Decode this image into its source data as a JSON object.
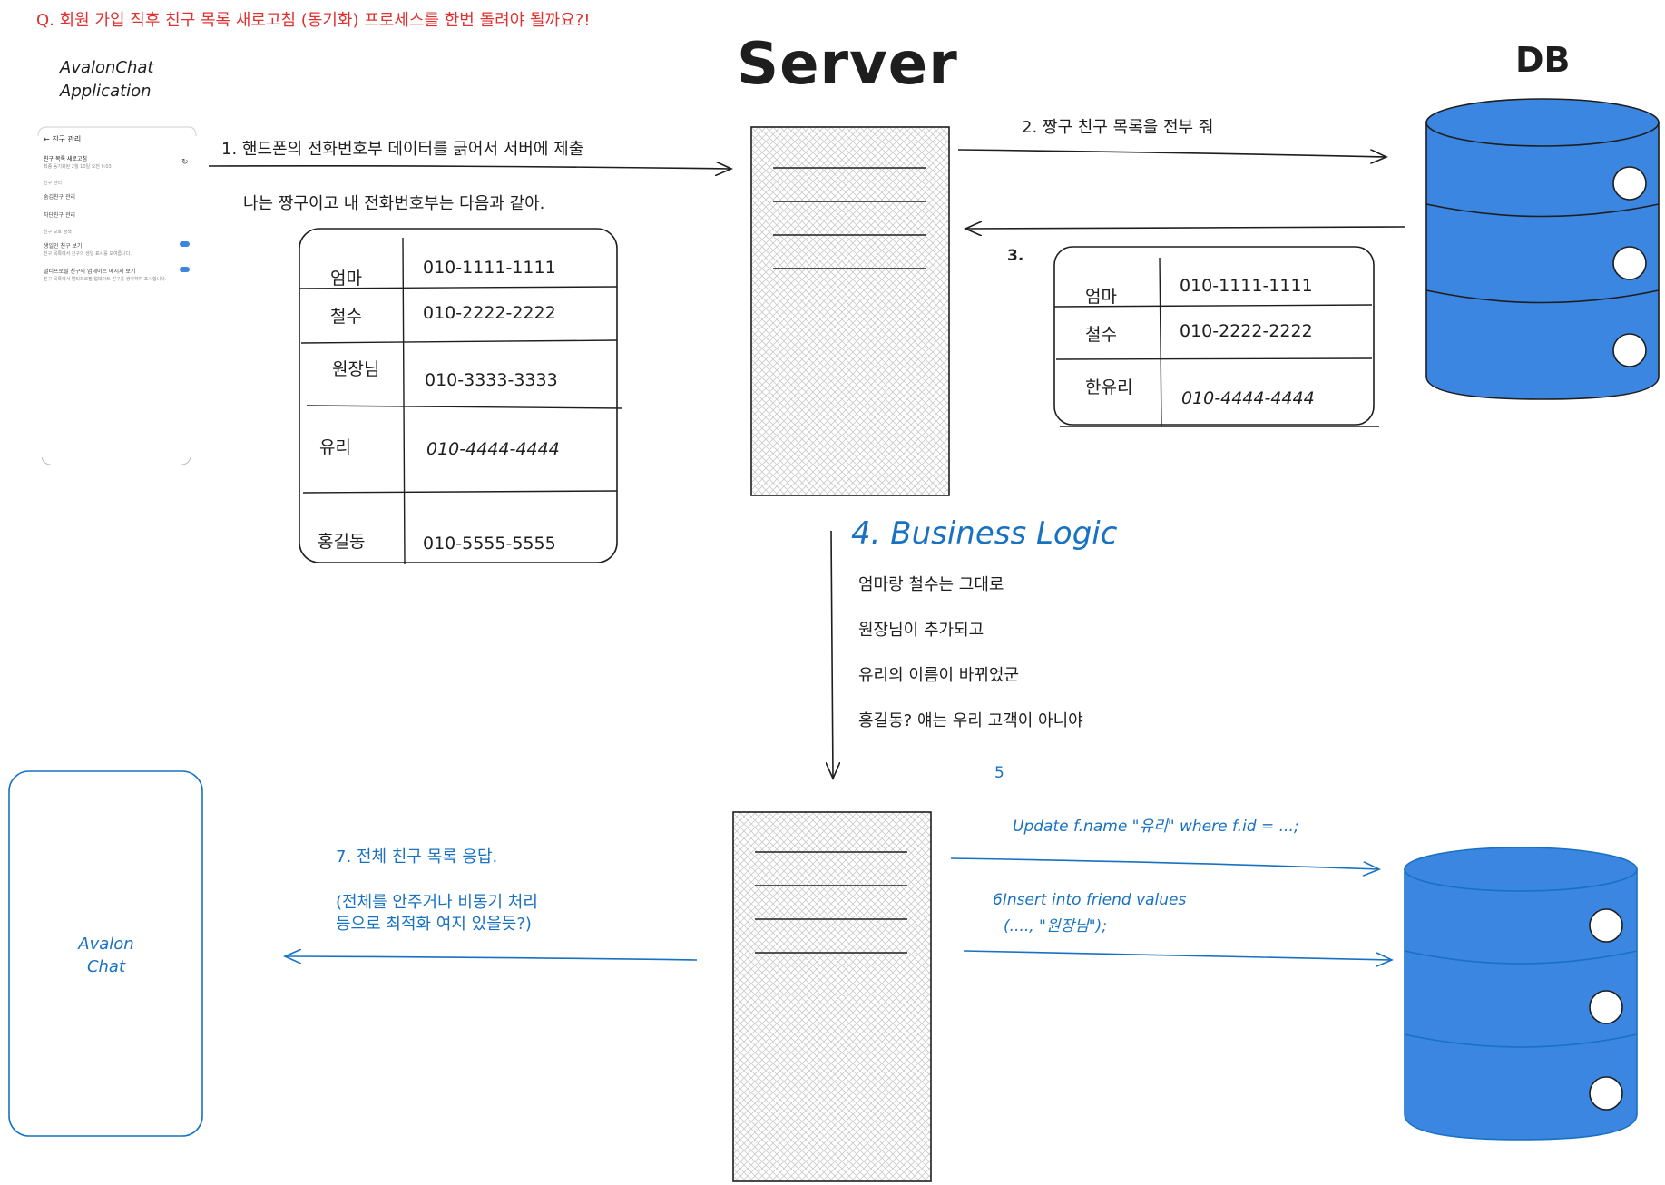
{
  "question": "Q. 회원 가입 직후 친구 목록 새로고침 (동기화) 프로세스를 한번 돌려야 될까요?!",
  "app_title": [
    "AvalonChat",
    "Application"
  ],
  "server_title": "Server",
  "db_title": "DB",
  "phone_screen": {
    "header": "← 친구 관리",
    "rows": [
      "친구 목록 새로고침",
      "최종 동기화된 2월 10일 오전 9:03",
      "친구 관리",
      "숨김친구 관리",
      "차단친구 관리",
      "친구 보호 정책",
      "생일인 친구 보기",
      "친구 목록에서 친구의 생일 표시를 보여줍니다.",
      "멀티프로필 친구의 업데이트 메시지 보기",
      "친구 목록에서 멀티프로필 업데이트 친구를 생각하여 표시합니다."
    ]
  },
  "step1": {
    "label": "1. 핸드폰의 전화번호부 데이터를 긁어서 서버에 제출",
    "caption": "나는 짱구이고 내 전화번호부는 다음과 같아.",
    "contacts": [
      {
        "name": "엄마",
        "phone": "010-1111-1111"
      },
      {
        "name": "철수",
        "phone": "010-2222-2222"
      },
      {
        "name": "원장님",
        "phone": "010-3333-3333"
      },
      {
        "name": "유리",
        "phone": "010-4444-4444"
      },
      {
        "name": "홍길동",
        "phone": "010-5555-5555"
      }
    ]
  },
  "step2": {
    "label": "2. 짱구 친구 목록을 전부 줘"
  },
  "step3": {
    "label": "3.",
    "friends": [
      {
        "name": "엄마",
        "phone": "010-1111-1111"
      },
      {
        "name": "철수",
        "phone": "010-2222-2222"
      },
      {
        "name": "한유리",
        "phone": "010-4444-4444"
      }
    ]
  },
  "step4": {
    "title": "4. Business Logic",
    "lines": [
      "엄마랑 철수는 그대로",
      "원장님이 추가되고",
      "유리의 이름이 바뀌었군",
      "홍길동? 얘는 우리 고객이 아니야"
    ]
  },
  "step5": {
    "label": "5",
    "query": "Update f.name \"유리\" where f.id = ...;"
  },
  "step6": {
    "query_line1": "6Insert into friend values",
    "query_line2": "(...., \"원장님\");"
  },
  "step7": {
    "label": "7. 전체 친구 목록 응답.",
    "note_line1": "(전체를 안주거나 비동기 처리",
    "note_line2": "등으로 최적화 여지 있을듯?)"
  },
  "client_label": [
    "Avalon",
    "Chat"
  ],
  "colors": {
    "db_fill": "#3a86e0",
    "blue_stroke": "#1971c2",
    "question_red": "#e03131"
  }
}
